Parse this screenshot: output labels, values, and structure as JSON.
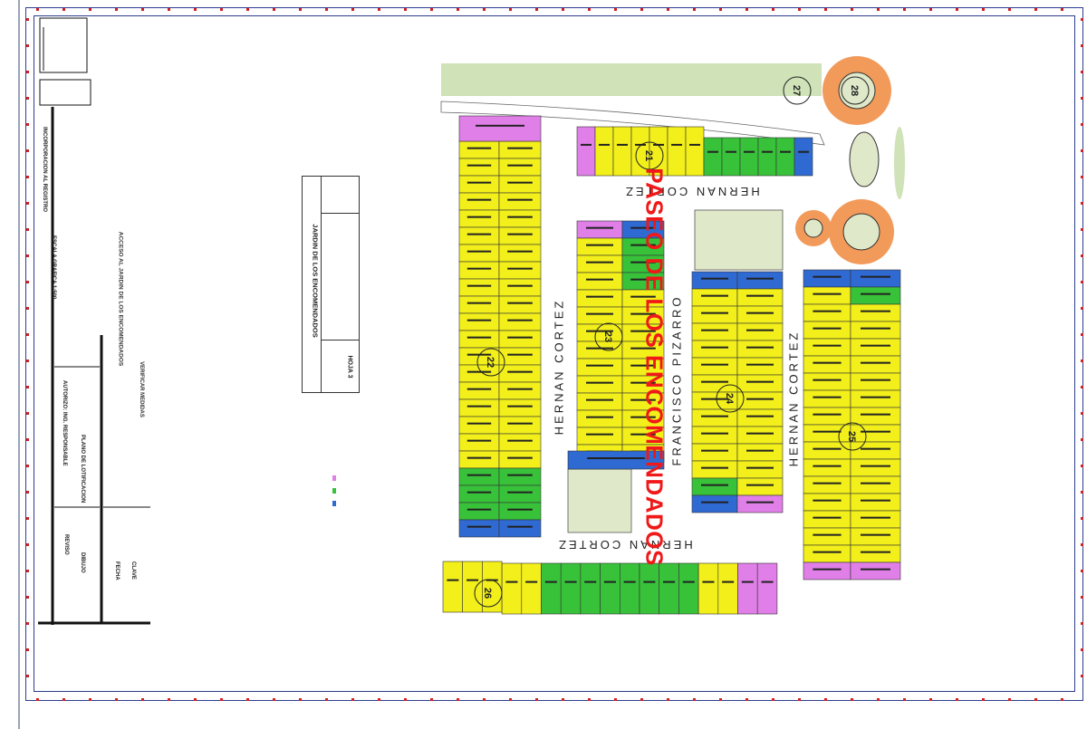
{
  "map": {
    "street_labels": {
      "hernan_cortez_top": "HERNAN CORTEZ",
      "hernan_cortez_bottom": "HERNAN CORTEZ",
      "hernan_cortez_left": "HERNAN CORTEZ",
      "hernan_cortez_right": "HERNAN CORTEZ",
      "francisco_pizarro": "FRANCISCO PIZARRO"
    },
    "paseo_label": "PASEO DE LOS ENCOMENDADOS",
    "block_markers": [
      "21",
      "22",
      "23",
      "24",
      "25",
      "26",
      "27",
      "28"
    ],
    "colors": {
      "lot_yellow": "#f2ef1a",
      "lot_green": "#38c23a",
      "lot_blue": "#2f6ad2",
      "lot_pink": "#e07fe8",
      "park": "#dfe8c9",
      "roundabout": "#f29a5a",
      "paseo_red": "#f01818"
    }
  },
  "title_block": {
    "project": "JARDIN DE LOS ENCOMENDADOS",
    "sheet": "HOJA 3"
  },
  "notes": {
    "left_1": "ACCESO AL JARDIN DE LOS ENCOMENDADOS",
    "left_2": "VERIFICAR MEDIDAS"
  }
}
